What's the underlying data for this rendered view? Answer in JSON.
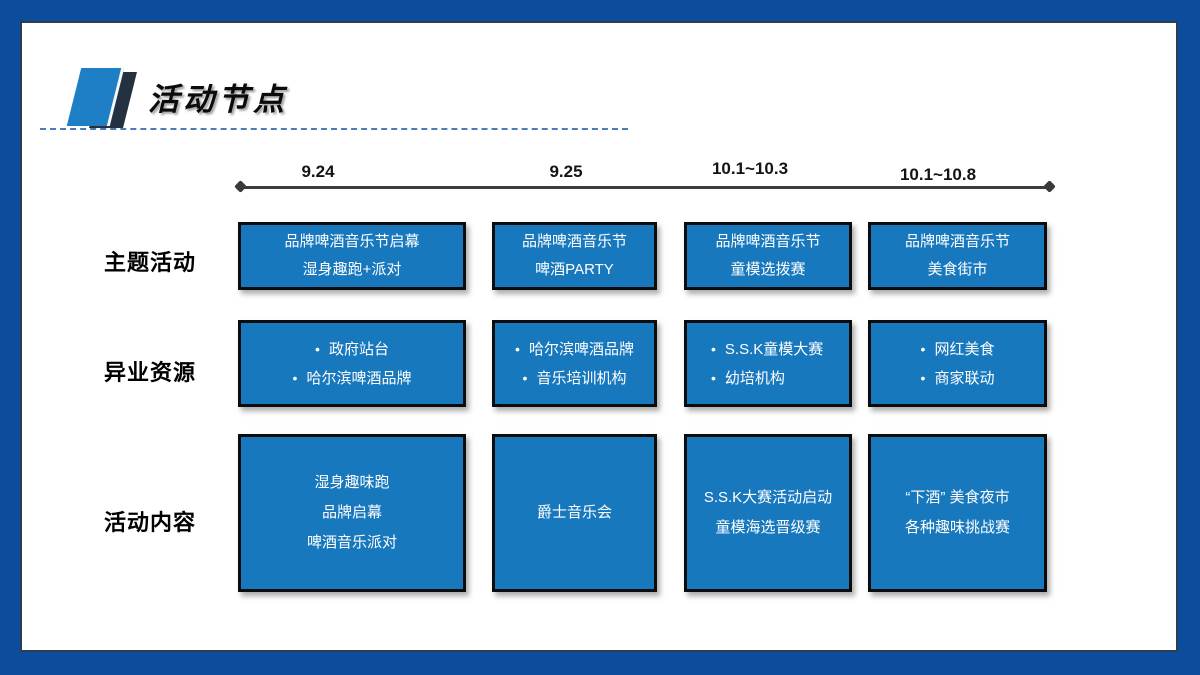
{
  "title": {
    "text": "活动节点"
  },
  "colors": {
    "frame_blue": "#0C4C9C",
    "box_blue": "#1778BE",
    "box_border": "#0c0c0c",
    "logo_blue": "#1E7EC6",
    "logo_dark": "#243140",
    "dashed_divider": "#4f7ab8",
    "timeline": "#3d3d3d",
    "box_text": "#ffffff"
  },
  "timeline": {
    "dates": [
      "9.24",
      "9.25",
      "10.1~10.3",
      "10.1~10.8"
    ]
  },
  "rows": [
    {
      "label": "主题活动",
      "boxes": [
        {
          "lines": [
            "品牌啤酒音乐节启幕",
            "湿身趣跑+派对"
          ]
        },
        {
          "lines": [
            "品牌啤酒音乐节",
            "啤酒PARTY"
          ]
        },
        {
          "lines": [
            "品牌啤酒音乐节",
            "童模选拨赛"
          ]
        },
        {
          "lines": [
            "品牌啤酒音乐节",
            "美食街市"
          ]
        }
      ]
    },
    {
      "label": "异业资源",
      "boxes": [
        {
          "bullets": [
            "政府站台",
            "哈尔滨啤酒品牌"
          ]
        },
        {
          "bullets": [
            "哈尔滨啤酒品牌",
            "音乐培训机构"
          ]
        },
        {
          "bullets": [
            "S.S.K童模大赛",
            "幼培机构"
          ]
        },
        {
          "bullets": [
            "网红美食",
            "商家联动"
          ]
        }
      ]
    },
    {
      "label": "活动内容",
      "boxes": [
        {
          "lines": [
            "湿身趣味跑",
            "品牌启幕",
            "啤酒音乐派对"
          ]
        },
        {
          "lines": [
            "爵士音乐会"
          ]
        },
        {
          "lines": [
            "S.S.K大赛活动启动",
            "童模海选晋级赛"
          ]
        },
        {
          "lines": [
            "“下酒” 美食夜市",
            "各种趣味挑战赛"
          ]
        }
      ]
    }
  ]
}
